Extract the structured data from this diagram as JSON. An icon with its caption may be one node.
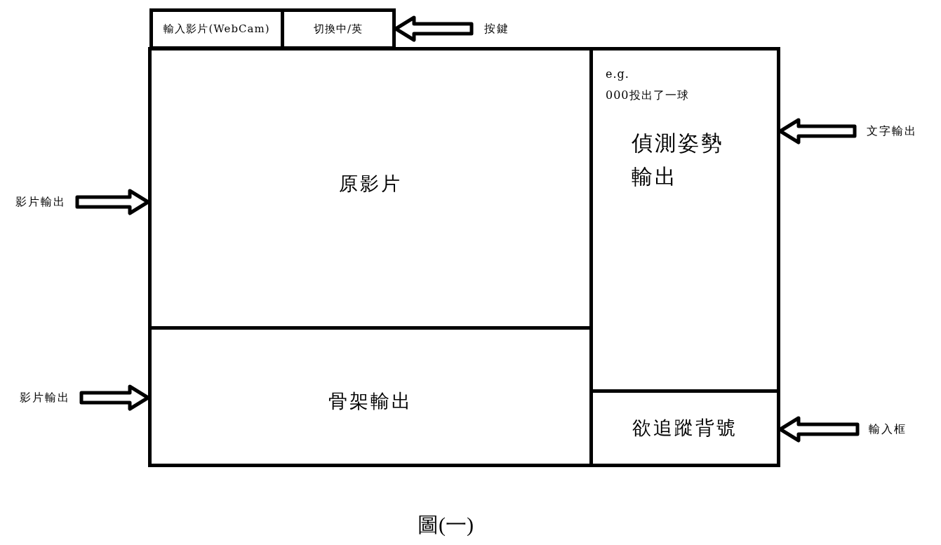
{
  "diagram": {
    "caption": "圖(一)",
    "nodes": [
      {
        "text": [
          "輸入影片(WebCam)"
        ]
      },
      {
        "text": [
          "切換中/英"
        ]
      },
      {
        "text": [
          "原影片"
        ]
      },
      {
        "text": [
          "e.g.",
          "000投出了一球",
          "偵測姿勢輸出"
        ]
      },
      {
        "text": [
          "骨架輸出"
        ]
      },
      {
        "text": [
          "欲追蹤背號"
        ]
      },
      {
        "text": [
          "按鍵"
        ]
      },
      {
        "text": [
          "文字輸出"
        ]
      },
      {
        "text": [
          "影片輸出"
        ]
      },
      {
        "text": [
          "影片輸出"
        ]
      },
      {
        "text": [
          "輸入框"
        ]
      }
    ],
    "edges": [
      {
        "from": 6,
        "to": 1,
        "arrow": "to"
      },
      {
        "from": 7,
        "to": 3,
        "arrow": "to"
      },
      {
        "from": 8,
        "to": 2,
        "arrow": "to"
      },
      {
        "from": 9,
        "to": 4,
        "arrow": "to"
      },
      {
        "from": 10,
        "to": 5,
        "arrow": "to"
      }
    ]
  }
}
